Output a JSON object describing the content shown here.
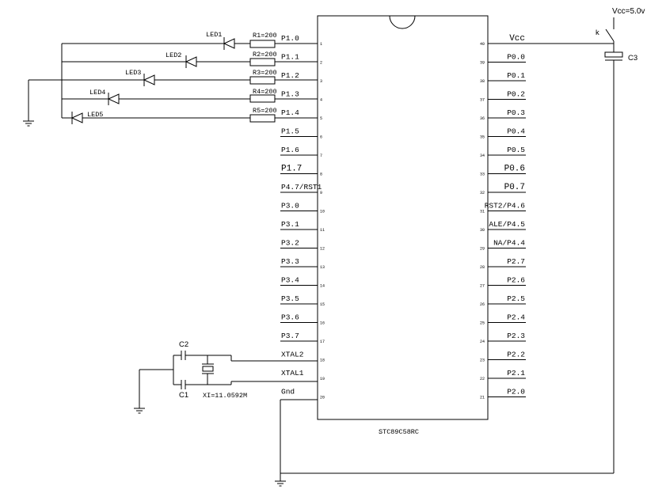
{
  "chip": {
    "name": "STC89C58RC",
    "left_pins": [
      {
        "num": "1",
        "label": "P1.0"
      },
      {
        "num": "2",
        "label": "P1.1"
      },
      {
        "num": "3",
        "label": "P1.2"
      },
      {
        "num": "4",
        "label": "P1.3"
      },
      {
        "num": "5",
        "label": "P1.4"
      },
      {
        "num": "6",
        "label": "P1.5"
      },
      {
        "num": "7",
        "label": "P1.6"
      },
      {
        "num": "8",
        "label": "P1.7"
      },
      {
        "num": "9",
        "label": "P4.7/RST1"
      },
      {
        "num": "10",
        "label": "P3.0"
      },
      {
        "num": "11",
        "label": "P3.1"
      },
      {
        "num": "12",
        "label": "P3.2"
      },
      {
        "num": "13",
        "label": "P3.3"
      },
      {
        "num": "14",
        "label": "P3.4"
      },
      {
        "num": "15",
        "label": "P3.5"
      },
      {
        "num": "16",
        "label": "P3.6"
      },
      {
        "num": "17",
        "label": "P3.7"
      },
      {
        "num": "18",
        "label": "XTAL2"
      },
      {
        "num": "19",
        "label": "XTAL1"
      },
      {
        "num": "20",
        "label": "Gnd"
      }
    ],
    "right_pins": [
      {
        "num": "40",
        "label": "Vcc"
      },
      {
        "num": "39",
        "label": "P0.0"
      },
      {
        "num": "38",
        "label": "P0.1"
      },
      {
        "num": "37",
        "label": "P0.2"
      },
      {
        "num": "36",
        "label": "P0.3"
      },
      {
        "num": "35",
        "label": "P0.4"
      },
      {
        "num": "34",
        "label": "P0.5"
      },
      {
        "num": "33",
        "label": "P0.6"
      },
      {
        "num": "32",
        "label": "P0.7"
      },
      {
        "num": "31",
        "label": "RST2/P4.6"
      },
      {
        "num": "30",
        "label": "ALE/P4.5"
      },
      {
        "num": "29",
        "label": "NA/P4.4"
      },
      {
        "num": "28",
        "label": "P2.7"
      },
      {
        "num": "27",
        "label": "P2.6"
      },
      {
        "num": "26",
        "label": "P2.5"
      },
      {
        "num": "25",
        "label": "P2.4"
      },
      {
        "num": "24",
        "label": "P2.3"
      },
      {
        "num": "23",
        "label": "P2.2"
      },
      {
        "num": "22",
        "label": "P2.1"
      },
      {
        "num": "21",
        "label": "P2.0"
      }
    ]
  },
  "leds": [
    "LED1",
    "LED2",
    "LED3",
    "LED4",
    "LED5"
  ],
  "resistors": [
    "R1=200",
    "R2=200",
    "R3=200",
    "R4=200",
    "R5=200"
  ],
  "power": {
    "vcc_label": "Vcc=5.0v",
    "switch_label": "k",
    "cap_label": "C3"
  },
  "crystal": {
    "c2_label": "C2",
    "c1_label": "C1",
    "xtal_label": "XI=11.0592M"
  }
}
